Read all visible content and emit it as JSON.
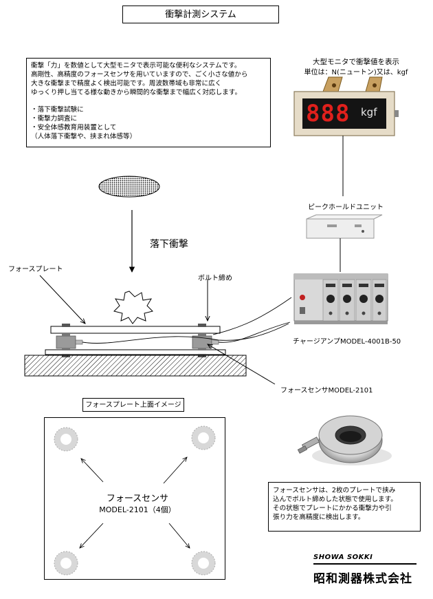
{
  "title": "衝撃計測システム",
  "description": {
    "lines": [
      "衝撃「力」を数値として大型モニタで表示可能な便利なシステムです。",
      "高剛性、高精度のフォースセンサを用いていますので、ごく小さな値から",
      "大きな衝撃まで精度よく検出可能です。周波数帯域も非常に広く",
      "ゆっくり押し当てる様な動きから瞬間的な衝撃まで幅広く対応します。"
    ],
    "bullets": [
      "・落下衝撃試験に",
      "・衝撃力調査に",
      "・安全体感教育用装置として",
      "（人体落下衝撃や、挟まれ体感等）"
    ]
  },
  "monitor": {
    "caption_line1": "大型モニタで衝撃値を表示",
    "caption_line2": "単位は：N(ニュートン)又は、kgf",
    "digits": "888",
    "unit": "kgf"
  },
  "peak_hold_label": "ピークホールドユニット",
  "charge_amp_label": "チャージアンプMODEL-4001B-50",
  "drop_label": "落下衝撃",
  "force_plate_label": "フォースプレート",
  "bolt_label": "ボルト締め",
  "force_sensor_label": "フォースセンサMODEL-2101",
  "force_plate_top_label": "フォースプレート上面イメージ",
  "sensor_center": {
    "line1": "フォースセンサ",
    "line2": "MODEL-2101（4個）"
  },
  "sensor_note": {
    "lines": [
      "フォースセンサは、2枚のプレートで挟み",
      "込んでボルト締めした状態で使用します。",
      "その状態でプレートにかかる衝撃力や引",
      "張り力を高精度に検出します。"
    ]
  },
  "company": {
    "brand": "SHOWA SOKKI",
    "name": "昭和測器株式会社"
  },
  "colors": {
    "led": "#e0201c",
    "panel": "#e6dcc8",
    "device": "#eeeeee"
  }
}
